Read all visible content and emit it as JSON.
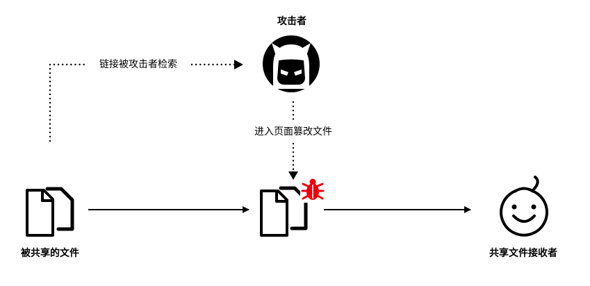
{
  "nodes": {
    "attacker": {
      "label": "攻击者",
      "icon": "devil-avatar-icon"
    },
    "shared_file": {
      "label": "被共享的文件",
      "icon": "documents-icon"
    },
    "tampered_file": {
      "label": "",
      "icon": "infected-documents-icon"
    },
    "recipient": {
      "label": "共享文件接收者",
      "icon": "baby-face-icon"
    }
  },
  "edges": {
    "link_retrieved": {
      "label": "链接被攻击者检索"
    },
    "tamper_file": {
      "label": "进入页面篡改文件"
    }
  },
  "colors": {
    "ink": "#000000",
    "bug": "#e8000d",
    "background": "#ffffff"
  }
}
